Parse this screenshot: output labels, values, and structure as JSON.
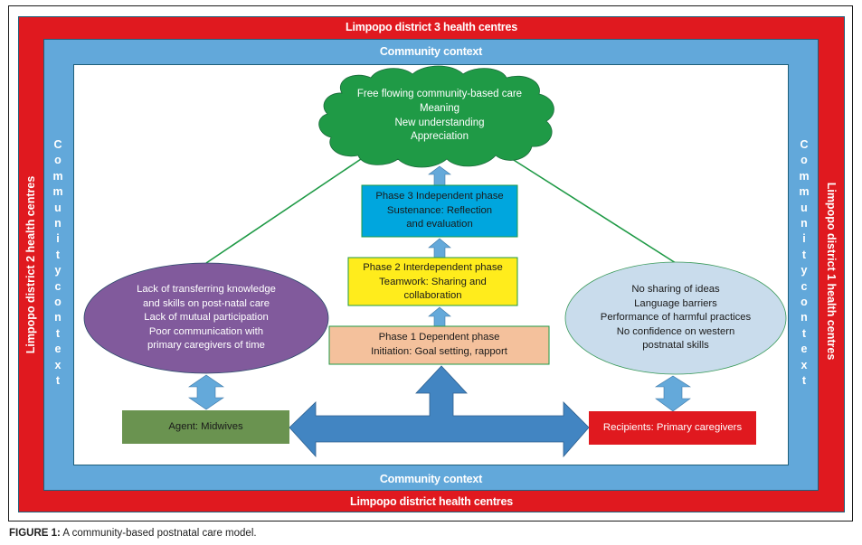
{
  "outer_band": {
    "top": "Limpopo district 3 health centres",
    "bottom": "Limpopo district health centres",
    "left": "Limpopo district 2 health centres",
    "right": "Limpopo district 1 health centres",
    "color": "#e0191f"
  },
  "context_band": {
    "top": "Community context",
    "bottom": "Community context",
    "left_letters": [
      "C",
      "o",
      "m",
      "m",
      "u",
      "n",
      "i",
      "t",
      "y",
      "c",
      "o",
      "n",
      "t",
      "e",
      "x",
      "t"
    ],
    "right_letters": [
      "C",
      "o",
      "m",
      "m",
      "u",
      "n",
      "i",
      "t",
      "y",
      "c",
      "o",
      "n",
      "t",
      "e",
      "x",
      "t"
    ],
    "color": "#62a8da"
  },
  "cloud": {
    "lines": [
      "Free flowing community-based care",
      "Meaning",
      "New understanding",
      "Appreciation"
    ],
    "color": "#1f9a46"
  },
  "phases": [
    {
      "id": "phase3",
      "lines": [
        "Phase 3 Independent phase",
        "Sustenance: Reflection",
        "and evaluation"
      ],
      "color": "#00a6de"
    },
    {
      "id": "phase2",
      "lines": [
        "Phase 2 Interdependent phase",
        "Teamwork: Sharing and",
        "collaboration"
      ],
      "color": "#ffec1c"
    },
    {
      "id": "phase1",
      "lines": [
        "Phase 1 Dependent phase",
        "Initiation: Goal setting, rapport"
      ],
      "color": "#f4c19c"
    }
  ],
  "left_ellipse": {
    "lines": [
      "Lack of transferring knowledge",
      "and skills on post-natal care",
      "Lack of mutual participation",
      "Poor communication with",
      "primary caregivers of time"
    ],
    "color": "#815a9c"
  },
  "right_ellipse": {
    "lines": [
      "No sharing of ideas",
      "Language barriers",
      "Performance of harmful practices",
      "No confidence on western",
      "postnatal skills"
    ],
    "color": "#c9dcec"
  },
  "agent_box": {
    "label": "Agent: Midwives",
    "color": "#6a9350"
  },
  "recipients_box": {
    "label": "Recipients: Primary caregivers",
    "color": "#e0191f"
  },
  "arrow_color": "#4285c2",
  "small_arrow_color": "#64a9da",
  "connector_color": "#1f9a46",
  "caption": {
    "label": "FIGURE 1:",
    "text": " A community-based postnatal care model."
  }
}
